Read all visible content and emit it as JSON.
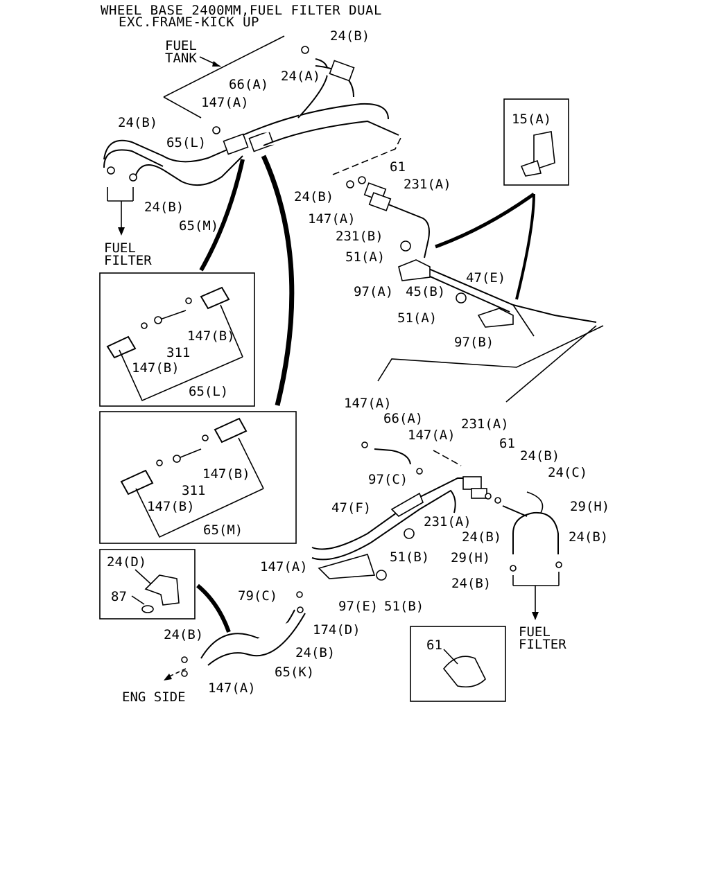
{
  "header": {
    "line1": "WHEEL BASE 2400MM,FUEL FILTER DUAL",
    "line2": "EXC.FRAME-KICK UP"
  },
  "destinations": {
    "fuel_tank_1": "FUEL",
    "fuel_tank_2": "TANK",
    "fuel_filter_top_1": "FUEL",
    "fuel_filter_top_2": "FILTER",
    "fuel_filter_right_1": "FUEL",
    "fuel_filter_right_2": "FILTER",
    "eng_side": "ENG SIDE"
  },
  "labels": {
    "l_24b_top": "24(B)",
    "l_66a_top": "66(A)",
    "l_24a_top": "24(A)",
    "l_147a_top": "147(A)",
    "l_24b_left": "24(B)",
    "l_65l_top": "65(L)",
    "l_24b_lower": "24(B)",
    "l_65m_top": "65(M)",
    "l_61_top": "61",
    "l_231a_top": "231(A)",
    "l_24b_mid": "24(B)",
    "l_147a_mid": "147(A)",
    "l_231b": "231(B)",
    "l_51a_1": "51(A)",
    "l_47e": "47(E)",
    "l_97a": "97(A)",
    "l_45b": "45(B)",
    "l_51a_2": "51(A)",
    "l_97b": "97(B)",
    "l_147a_c": "147(A)",
    "l_66a_c": "66(A)",
    "l_147a_c2": "147(A)",
    "l_231a_c": "231(A)",
    "l_61_c": "61",
    "l_24b_c": "24(B)",
    "l_24c": "24(C)",
    "l_97c": "97(C)",
    "l_29h_1": "29(H)",
    "l_47f": "47(F)",
    "l_231a_c2": "231(A)",
    "l_24b_c2": "24(B)",
    "l_24b_c3": "24(B)",
    "l_51b_1": "51(B)",
    "l_29h_2": "29(H)",
    "l_24b_c4": "24(B)",
    "l_147a_lo": "147(A)",
    "l_79c": "79(C)",
    "l_97e": "97(E)",
    "l_51b_2": "51(B)",
    "l_174d": "174(D)",
    "l_24b_lo": "24(B)",
    "l_24b_lo2": "24(B)",
    "l_65k": "65(K)",
    "l_147a_lo2": "147(A)"
  },
  "insets": {
    "inset_15a": {
      "label": "15(A)"
    },
    "inset_65l": {
      "p1": "147(B)",
      "p2": "311",
      "p3": "147(B)",
      "p4": "65(L)"
    },
    "inset_65m": {
      "p1": "147(B)",
      "p2": "311",
      "p3": "147(B)",
      "p4": "65(M)"
    },
    "inset_24d": {
      "p1": "24(D)",
      "p2": "87"
    },
    "inset_61": {
      "p1": "61"
    }
  }
}
